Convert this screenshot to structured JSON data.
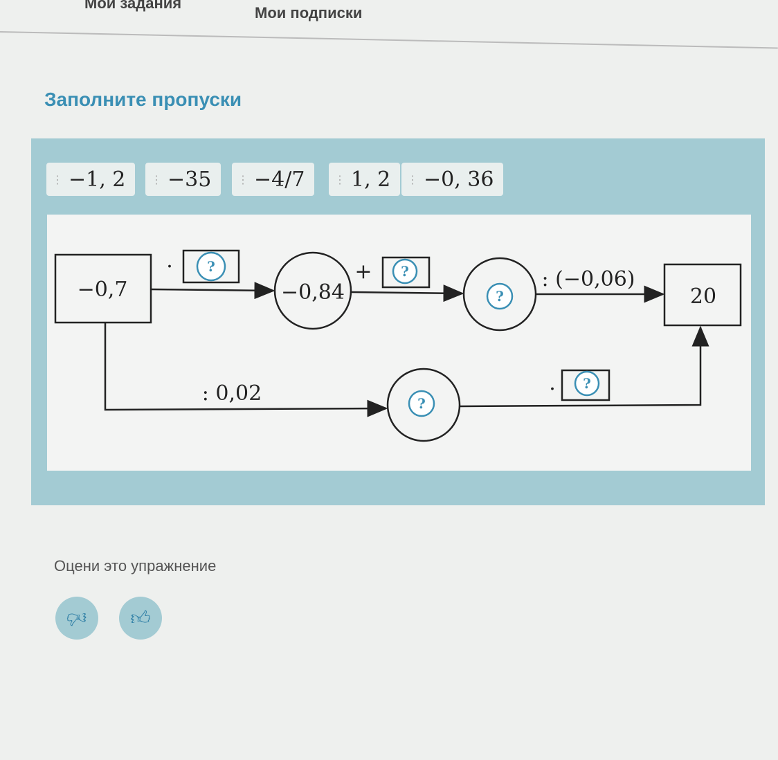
{
  "nav": {
    "tabs": [
      "Мои задания",
      "Мои подписки"
    ]
  },
  "exercise": {
    "title": "Заполните пропуски",
    "options": [
      "−1, 2",
      "−35",
      "−4/7",
      "1, 2",
      "−0, 36"
    ],
    "diagram": {
      "start": "−0,7",
      "node1": "−0,84",
      "end": "20",
      "op_multiply": "·",
      "op_plus": "+",
      "op_divide_neg": ": (−0,06)",
      "op_divide_bottom": ": 0,02",
      "op_multiply_bottom": "·",
      "blank": "?"
    }
  },
  "rating": {
    "label": "Оцени это упражнение"
  },
  "colors": {
    "accent": "#3a8fb4",
    "panel": "#a3cbd3"
  }
}
